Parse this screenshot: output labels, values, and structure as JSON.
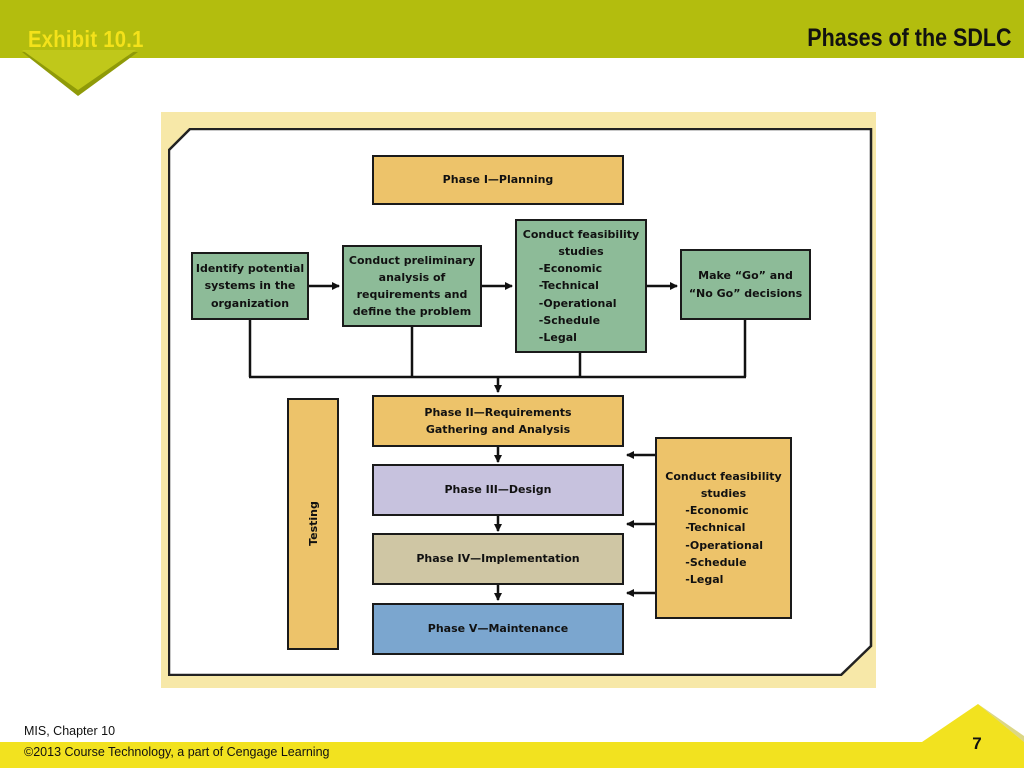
{
  "header": {
    "exhibit": "Exhibit 10.1",
    "title": "Phases of the SDLC"
  },
  "diagram": {
    "phase1": "Phase I—Planning",
    "identify": [
      "Identify potential",
      "systems in the",
      "organization"
    ],
    "preliminary": [
      "Conduct preliminary",
      "analysis of",
      "requirements and",
      "define the problem"
    ],
    "feasibility_top": {
      "title": [
        "Conduct feasibility",
        "studies"
      ],
      "items": [
        "-Economic",
        "-Technical",
        "-Operational",
        "-Schedule",
        "-Legal"
      ]
    },
    "go_nogo": [
      "Make “Go” and",
      "“No Go” decisions"
    ],
    "phase2": [
      "Phase II—Requirements",
      "Gathering and Analysis"
    ],
    "phase3": "Phase III—Design",
    "phase4": "Phase IV—Implementation",
    "phase5": "Phase V—Maintenance",
    "testing": "Testing",
    "feasibility_side": {
      "title": [
        "Conduct feasibility",
        "studies"
      ],
      "items": [
        "-Economic",
        "-Technical",
        "-Operational",
        "-Schedule",
        "-Legal"
      ]
    },
    "colors": {
      "orange": "#edc36a",
      "green": "#8dbb98",
      "lavender": "#c7c2de",
      "khaki": "#cfc6a4",
      "blue": "#7ba6cf",
      "panel": "#f7e8a8"
    }
  },
  "footer": {
    "chapter": "MIS, Chapter 10",
    "copyright": "©2013 Course Technology, a part of Cengage Learning",
    "page": "7"
  },
  "theme": {
    "header_bar": "#b3bd0e",
    "exhibit_text": "#f4e21a",
    "footer_bar": "#f2e21f"
  }
}
